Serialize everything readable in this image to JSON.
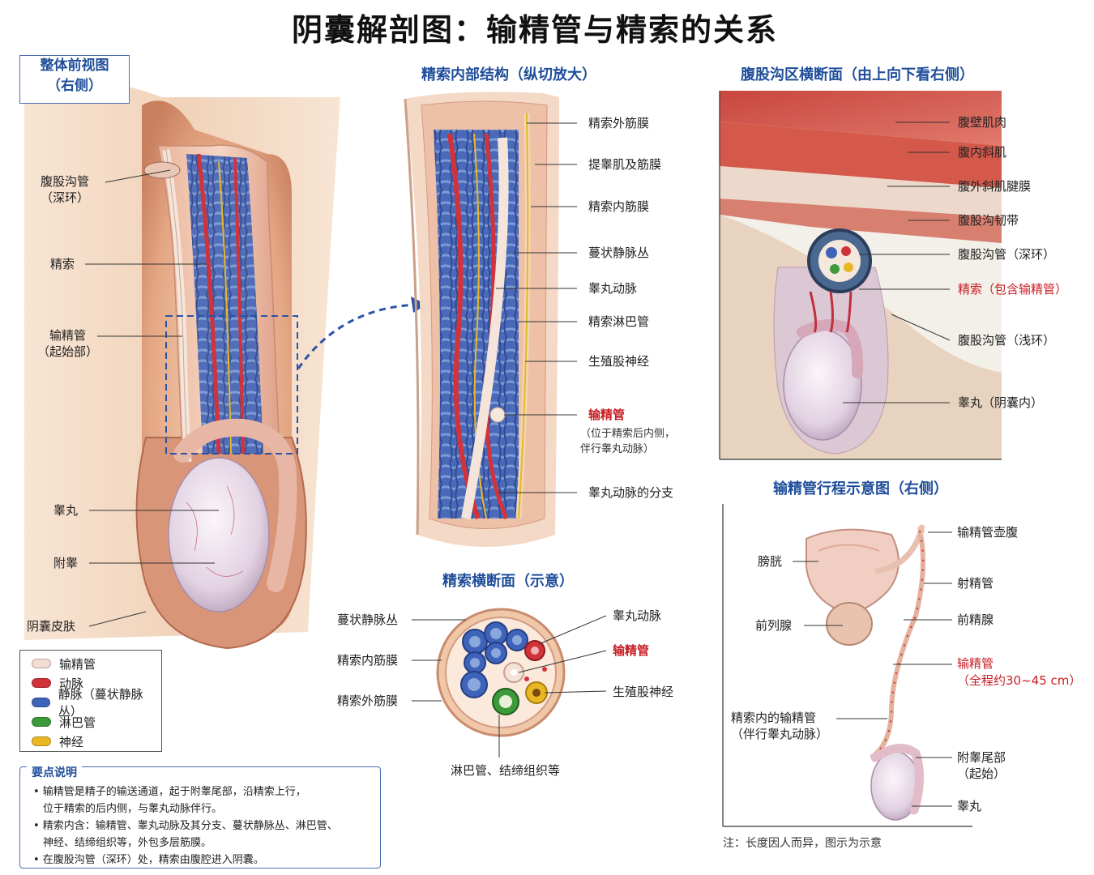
{
  "title": "阴囊解剖图：输精管与精索的关系",
  "panels": {
    "front": {
      "title": "整体前视图\n（右侧）",
      "labels": [
        "腹股沟管\n（深环）",
        "精索",
        "输精管\n（起始部）",
        "睾丸",
        "附睾",
        "阴囊皮肤"
      ]
    },
    "long": {
      "title": "精索内部结构（纵切放大）",
      "labels": [
        "精索外筋膜",
        "提睾肌及筋膜",
        "精索内筋膜",
        "蔓状静脉丛",
        "睾丸动脉",
        "精索淋巴管",
        "生殖股神经",
        "输精管",
        "（位于精索后内侧，\n伴行睾丸动脉）",
        "睾丸动脉的分支"
      ]
    },
    "cross": {
      "title": "精索横断面（示意）",
      "labels_left": [
        "蔓状静脉丛",
        "精索内筋膜",
        "精索外筋膜"
      ],
      "labels_right": [
        "睾丸动脉",
        "输精管",
        "生殖股神经"
      ],
      "label_bottom": "淋巴管、结缔组织等"
    },
    "inguinal": {
      "title": "腹股沟区横断面（由上向下看右侧）",
      "labels": [
        "腹壁肌肉",
        "腹内斜肌",
        "腹外斜肌腱膜",
        "腹股沟韧带",
        "腹股沟管（深环）",
        "精索（包含输精管）",
        "腹股沟管（浅环）",
        "睾丸（阴囊内）"
      ]
    },
    "course": {
      "title": "输精管行程示意图（右侧）",
      "labels_right": [
        "输精管壶腹",
        "射精管",
        "前精腺",
        "输精管",
        "（全程约30~45 cm）",
        "附睾尾部\n（起始）",
        "睾丸"
      ],
      "labels_left": [
        "膀胱",
        "前列腺",
        "精索内的输精管\n（伴行睾丸动脉）"
      ]
    }
  },
  "legend": {
    "items": [
      {
        "label": "输精管",
        "color": "#f3ddd2"
      },
      {
        "label": "动脉",
        "color": "#d2333a"
      },
      {
        "label": "静脉（蔓状静脉丛）",
        "color": "#3f63b8"
      },
      {
        "label": "淋巴管",
        "color": "#3d9a3a"
      },
      {
        "label": "神经",
        "color": "#e8b824"
      }
    ]
  },
  "notes": {
    "title": "要点说明",
    "items": [
      "• 输精管是精子的输送通道，起于附睾尾部，沿精索上行，\n位于精索的后内侧，与睾丸动脉伴行。",
      "• 精索内含：输精管、睾丸动脉及其分支、蔓状静脉丛、淋巴管、\n神经、结缔组织等，外包多层筋膜。",
      "• 在腹股沟管（深环）处，精索由腹腔进入阴囊。"
    ]
  },
  "footnote": "注：长度因人而异，图示为示意",
  "colors": {
    "accent": "#1f4e9a",
    "red": "#c81e24",
    "vein": "#3f63b8",
    "artery": "#d2333a",
    "nerve": "#e8b824",
    "lymph": "#3d9a3a",
    "skin": "#e8b898"
  }
}
